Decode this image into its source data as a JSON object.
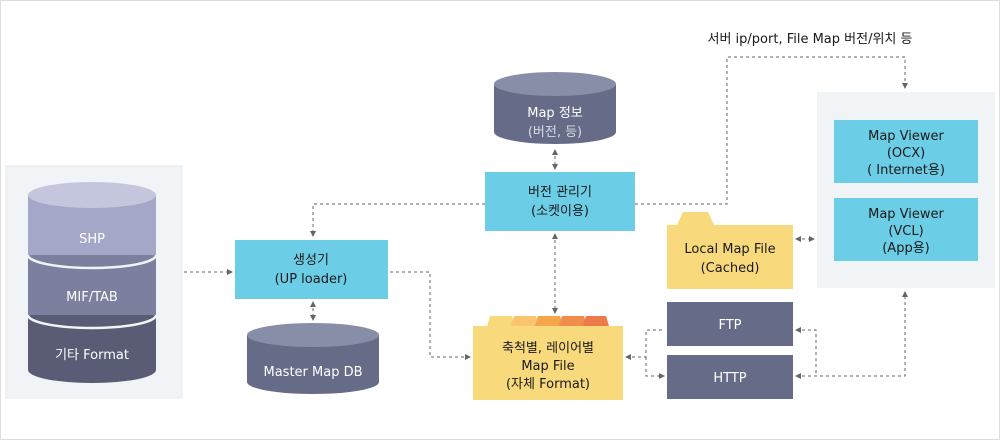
{
  "colors": {
    "cyan": "#6ccde6",
    "slate": "#666c87",
    "folder_yellow": "#f8d97c",
    "panel_bg": "#f1f4f7",
    "db_lilac": "#a5a7c8",
    "db_mid": "#7d7f9f",
    "db_dark": "#5a5c75",
    "tab_orange": "#f5a54a",
    "tab_red": "#ee7a4a"
  },
  "sources": {
    "items": [
      {
        "label": "SHP"
      },
      {
        "label": "MIF/TAB"
      },
      {
        "label": "기타 Format"
      }
    ]
  },
  "generator": {
    "line1": "생성기",
    "line2": "(UP loader)"
  },
  "master_db": {
    "label": "Master Map DB"
  },
  "map_info_db": {
    "line1": "Map 정보",
    "line2": "(버전, 등)"
  },
  "version_mgr": {
    "line1": "버전 관리기",
    "line2": "(소켓이용)"
  },
  "map_file": {
    "line1": "축척별, 레이어별",
    "line2": "Map File",
    "line3": "(자체 Format)"
  },
  "ftp": {
    "label": "FTP"
  },
  "http": {
    "label": "HTTP"
  },
  "local_file": {
    "line1": "Local Map File",
    "line2": "(Cached)"
  },
  "viewer_ocx": {
    "line1": "Map Viewer",
    "line2": "(OCX)",
    "line3": "( Internet용)"
  },
  "viewer_vcl": {
    "line1": "Map Viewer",
    "line2": "(VCL)",
    "line3": "(App용)"
  },
  "top_note": "서버 ip/port, File Map 버전/위치 등"
}
